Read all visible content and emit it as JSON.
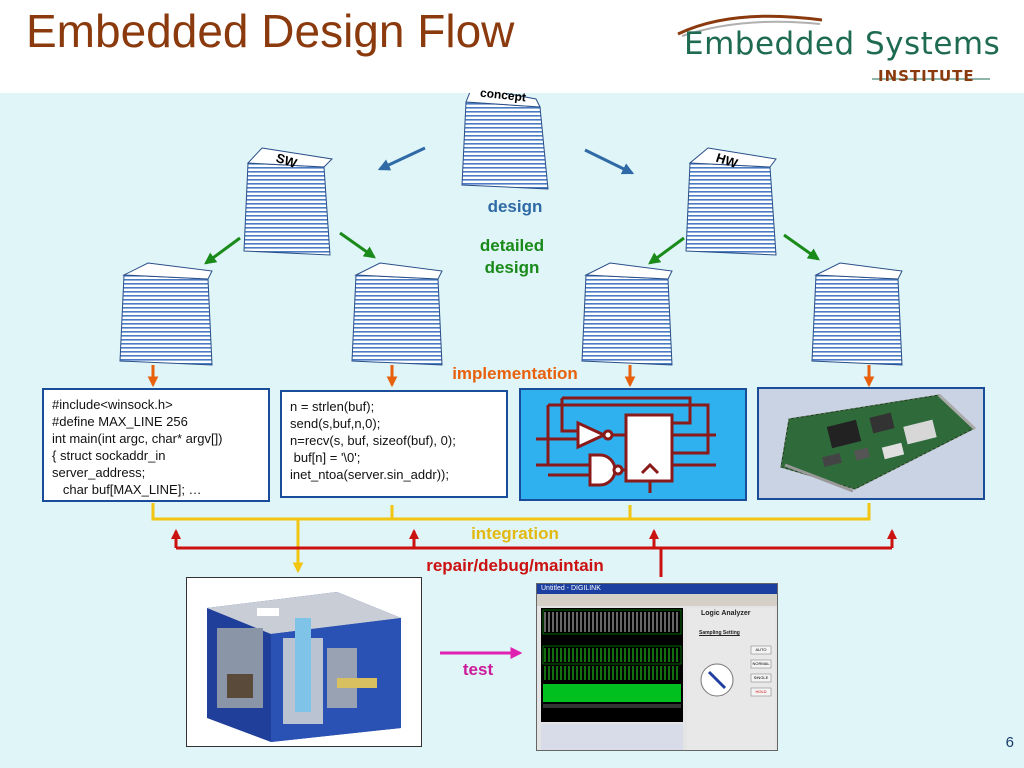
{
  "slide": {
    "title": "Embedded Design Flow",
    "page_number": "6"
  },
  "logo": {
    "main": "Embedded Systems",
    "sub": "INSTITUTE"
  },
  "documents": {
    "concept_label": "concept",
    "sw_label": "SW",
    "hw_label": "HW"
  },
  "stages": {
    "design": "design",
    "detailed_design": "detailed design",
    "implementation": "implementation",
    "integration": "integration",
    "repair": "repair/debug/maintain",
    "test": "test"
  },
  "code_left": [
    "#include<winsock.h>",
    "#define MAX_LINE 256",
    "int main(int argc, char* argv[])",
    "{ struct sockaddr_in",
    "server_address;",
    "   char buf[MAX_LINE]; …"
  ],
  "code_right": [
    "n = strlen(buf);",
    "send(s,buf,n,0);",
    "n=recv(s, buf, sizeof(buf), 0);",
    " buf[n] = '\\0';",
    "inet_ntoa(server.sin_addr));"
  ],
  "analyzer": {
    "window_title": "Untitled - DIGILINK",
    "panel_title": "Logic Analyzer",
    "sampling_label": "Sampling Setting",
    "buttons": [
      "AUTO",
      "NORMAL",
      "SINGLE",
      "HOLD"
    ]
  },
  "colors": {
    "title": "#8b3a0e",
    "logo_green": "#1f6b52",
    "background": "#dff5f7",
    "design_arrow": "#2f6aa6",
    "detailed_arrow": "#1a8a1a",
    "implementation": "#e8600c",
    "integration": "#e3b811",
    "repair": "#cc1111",
    "test": "#cc1a9a"
  }
}
